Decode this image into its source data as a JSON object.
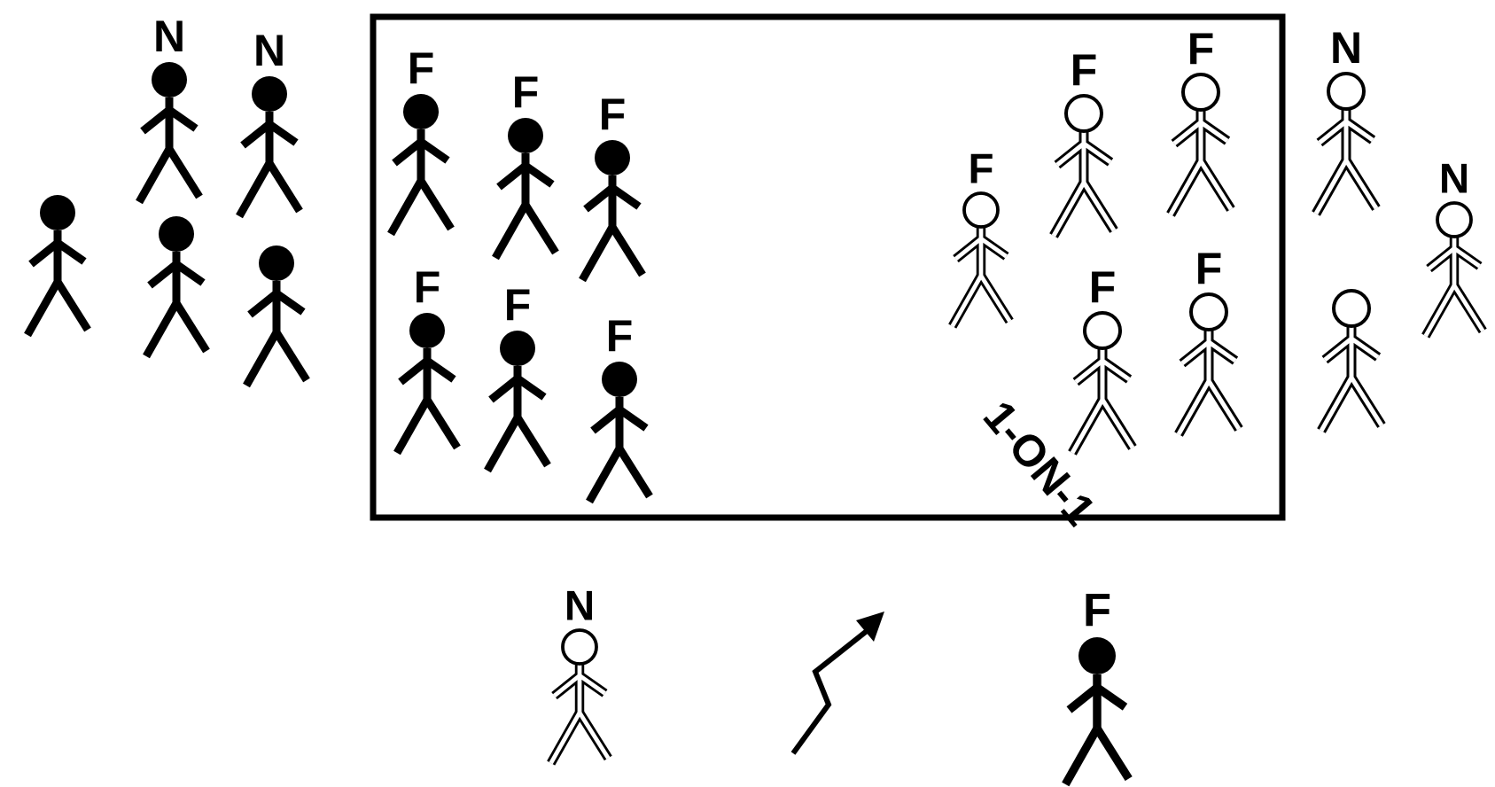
{
  "labels": {
    "fact": "F",
    "neutral": "N",
    "one_to_one": "1-ON-1"
  },
  "colors": {
    "ink": "#000000",
    "paper": "#ffffff"
  },
  "figures": [
    {
      "id": "left-1",
      "style": "solid",
      "label": ""
    },
    {
      "id": "left-2",
      "style": "solid",
      "label": "N"
    },
    {
      "id": "left-3",
      "style": "solid",
      "label": "N"
    },
    {
      "id": "left-4",
      "style": "solid",
      "label": ""
    },
    {
      "id": "left-5",
      "style": "solid",
      "label": ""
    },
    {
      "id": "box-left-1",
      "style": "solid",
      "label": "F"
    },
    {
      "id": "box-left-2",
      "style": "solid",
      "label": "F"
    },
    {
      "id": "box-left-3",
      "style": "solid",
      "label": "F"
    },
    {
      "id": "box-left-4",
      "style": "solid",
      "label": "F"
    },
    {
      "id": "box-left-5",
      "style": "solid",
      "label": "F"
    },
    {
      "id": "box-left-6",
      "style": "solid",
      "label": "F"
    },
    {
      "id": "box-right-1",
      "style": "outline",
      "label": "F"
    },
    {
      "id": "box-right-2",
      "style": "outline",
      "label": "F"
    },
    {
      "id": "box-right-3",
      "style": "outline",
      "label": "F"
    },
    {
      "id": "box-right-4",
      "style": "outline",
      "label": "F"
    },
    {
      "id": "box-right-5",
      "style": "outline",
      "label": "F"
    },
    {
      "id": "right-1",
      "style": "outline",
      "label": "N"
    },
    {
      "id": "right-2",
      "style": "outline",
      "label": "N"
    },
    {
      "id": "right-3",
      "style": "outline",
      "label": ""
    },
    {
      "id": "bottom-1",
      "style": "outline",
      "label": "N"
    },
    {
      "id": "bottom-2",
      "style": "solid",
      "label": "F"
    }
  ]
}
